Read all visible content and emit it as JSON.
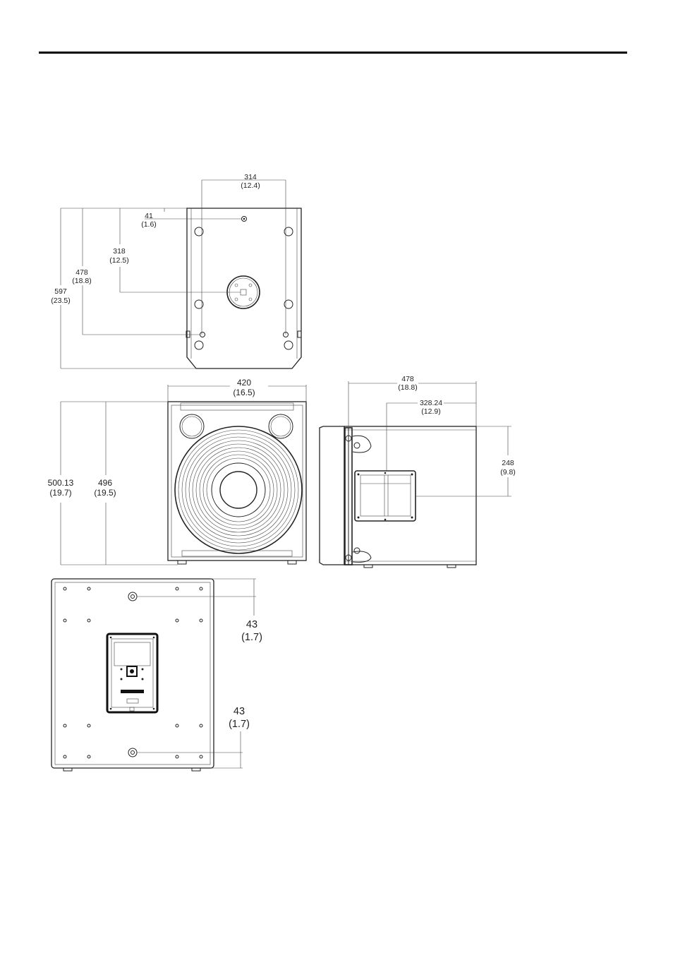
{
  "top_view": {
    "dims": {
      "w314_mm": "314",
      "w314_in": "(12.4)",
      "d41_mm": "41",
      "d41_in": "(1.6)",
      "d318_mm": "318",
      "d318_in": "(12.5)",
      "d478_mm": "478",
      "d478_in": "(18.8)",
      "d597_mm": "597",
      "d597_in": "(23.5)"
    }
  },
  "front_view": {
    "dims": {
      "w420_mm": "420",
      "w420_in": "(16.5)",
      "h500_mm": "500.13",
      "h500_in": "(19.7)",
      "h496_mm": "496",
      "h496_in": "(19.5)"
    }
  },
  "side_view": {
    "dims": {
      "d478_mm": "478",
      "d478_in": "(18.8)",
      "d328_mm": "328.24",
      "d328_in": "(12.9)",
      "h248_mm": "248",
      "h248_in": "(9.8)"
    }
  },
  "rear_view": {
    "dims": {
      "t43_mm": "43",
      "t43_in": "(1.7)",
      "b43_mm": "43",
      "b43_in": "(1.7)"
    }
  }
}
